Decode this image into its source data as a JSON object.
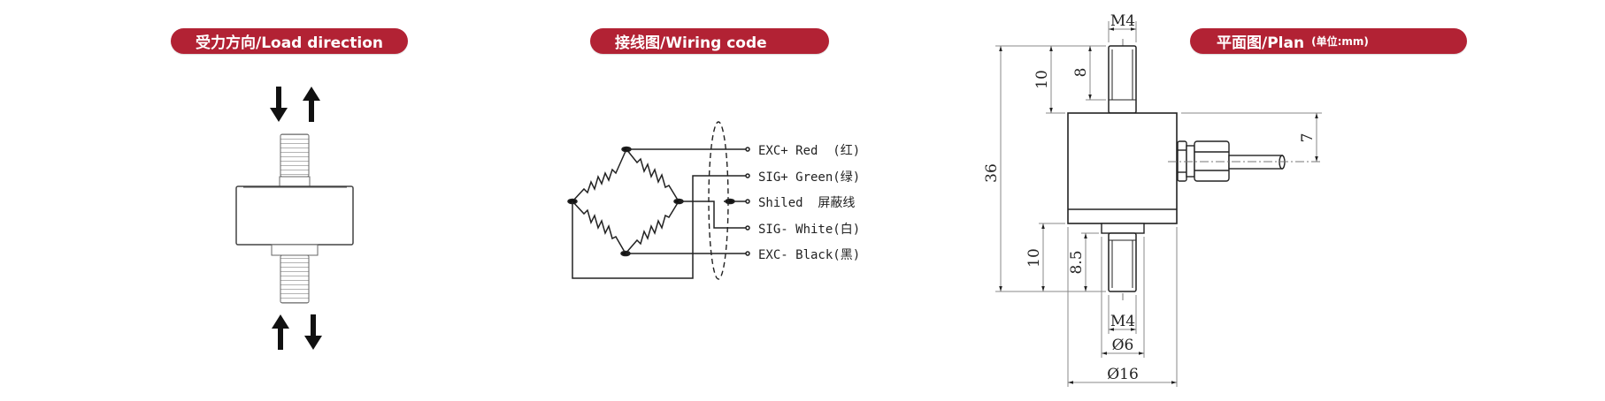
{
  "sections": {
    "load_direction": {
      "title": "受力方向/Load direction"
    },
    "wiring": {
      "title": "接线图/Wiring code"
    },
    "plan": {
      "title": "平面图/Plan",
      "unit": "(单位:mm)"
    }
  },
  "colors": {
    "accent": "#b22234",
    "line": "#222222",
    "dim_line": "#888888"
  },
  "wiring": {
    "wires": [
      {
        "label": "EXC+ Red  (红)",
        "signal": "EXC+",
        "color": "Red"
      },
      {
        "label": "SIG+ Green(绿)",
        "signal": "SIG+",
        "color": "Green"
      },
      {
        "label": "Shiled  屏蔽线",
        "signal": "Shiled",
        "color": "屏蔽线"
      },
      {
        "label": "SIG- White(白)",
        "signal": "SIG-",
        "color": "White"
      },
      {
        "label": "EXC- Black(黑)",
        "signal": "EXC-",
        "color": "Black"
      }
    ]
  },
  "plan": {
    "dimensions": {
      "total_height": "36",
      "top_stud_length": "10",
      "top_thread_length": "8",
      "top_thread": "M4",
      "bottom_stud_length": "10",
      "bottom_thread_length": "8.5",
      "bottom_thread": "M4",
      "collar_diameter": "Ø6",
      "body_diameter": "Ø16",
      "cable_offset": "7"
    }
  },
  "load_direction": {
    "icons": [
      "arrow-down-icon",
      "arrow-up-icon",
      "arrow-up-icon",
      "arrow-down-icon"
    ]
  }
}
